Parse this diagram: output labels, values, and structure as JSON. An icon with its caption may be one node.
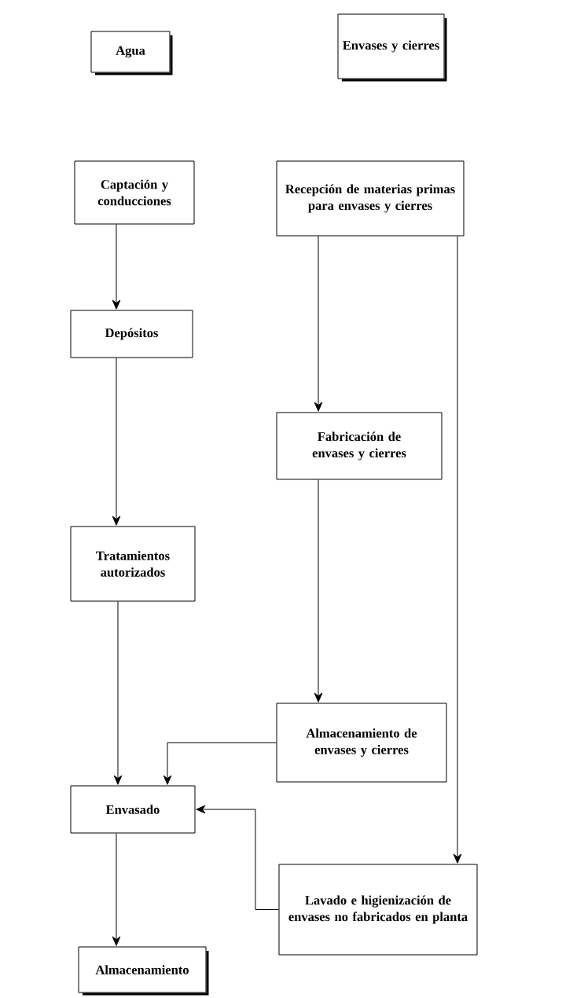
{
  "diagram": {
    "nodes": [
      {
        "text": [
          "Agua"
        ]
      },
      {
        "text": [
          "Envases y cierres"
        ]
      },
      {
        "text": [
          "Captación y conducciones"
        ]
      },
      {
        "text": [
          "Recepción de materias primas para envases y cierres"
        ]
      },
      {
        "text": [
          "Depósitos"
        ]
      },
      {
        "text": [
          "Fabricación de envases y cierres"
        ]
      },
      {
        "text": [
          "Tratamientos autorizados"
        ]
      },
      {
        "text": [
          "Almacenamiento de envases y cierres"
        ]
      },
      {
        "text": [
          "Envasado"
        ]
      },
      {
        "text": [
          "Lavado e higienización de envases no fabricados en planta"
        ]
      },
      {
        "text": [
          "Almacenamiento"
        ]
      }
    ],
    "edges": [
      {
        "from": 2,
        "to": 4,
        "arrow": "to"
      },
      {
        "from": 4,
        "to": 6,
        "arrow": "to"
      },
      {
        "from": 6,
        "to": 8,
        "arrow": "to"
      },
      {
        "from": 3,
        "to": 5,
        "arrow": "to"
      },
      {
        "from": 5,
        "to": 7,
        "arrow": "to"
      },
      {
        "from": 7,
        "to": 8,
        "arrow": "to"
      },
      {
        "from": 3,
        "to": 9,
        "arrow": "to"
      },
      {
        "from": 9,
        "to": 8,
        "arrow": "to"
      },
      {
        "from": 8,
        "to": 10,
        "arrow": "to"
      }
    ]
  }
}
